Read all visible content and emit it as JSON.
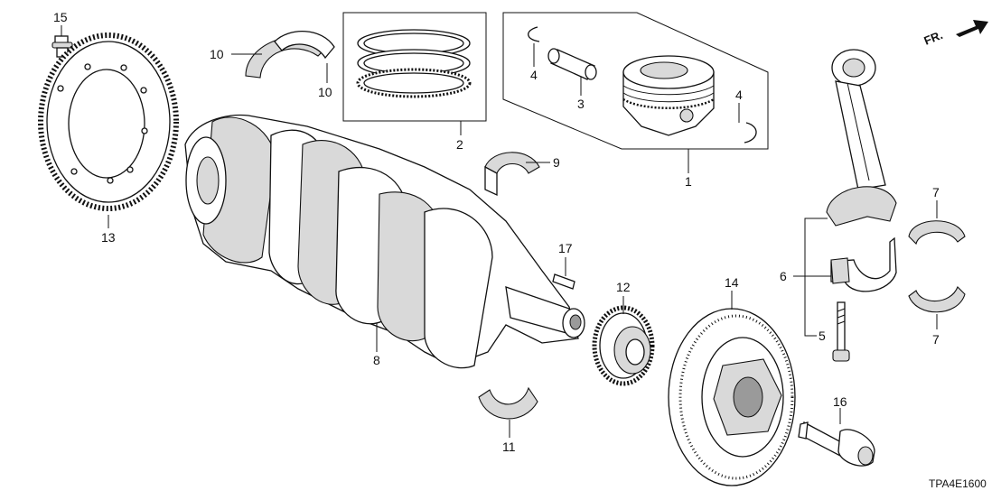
{
  "diagram": {
    "code": "TPA4E1600",
    "direction_label": "FR.",
    "callouts": [
      {
        "id": "c1",
        "text": "1"
      },
      {
        "id": "c2",
        "text": "2"
      },
      {
        "id": "c3",
        "text": "3"
      },
      {
        "id": "c4a",
        "text": "4"
      },
      {
        "id": "c4b",
        "text": "4"
      },
      {
        "id": "c5",
        "text": "5"
      },
      {
        "id": "c6",
        "text": "6"
      },
      {
        "id": "c7a",
        "text": "7"
      },
      {
        "id": "c7b",
        "text": "7"
      },
      {
        "id": "c8",
        "text": "8"
      },
      {
        "id": "c9",
        "text": "9"
      },
      {
        "id": "c10a",
        "text": "10"
      },
      {
        "id": "c10b",
        "text": "10"
      },
      {
        "id": "c11",
        "text": "11"
      },
      {
        "id": "c12",
        "text": "12"
      },
      {
        "id": "c13",
        "text": "13"
      },
      {
        "id": "c14",
        "text": "14"
      },
      {
        "id": "c15",
        "text": "15"
      },
      {
        "id": "c16",
        "text": "16"
      },
      {
        "id": "c17",
        "text": "17"
      }
    ]
  }
}
